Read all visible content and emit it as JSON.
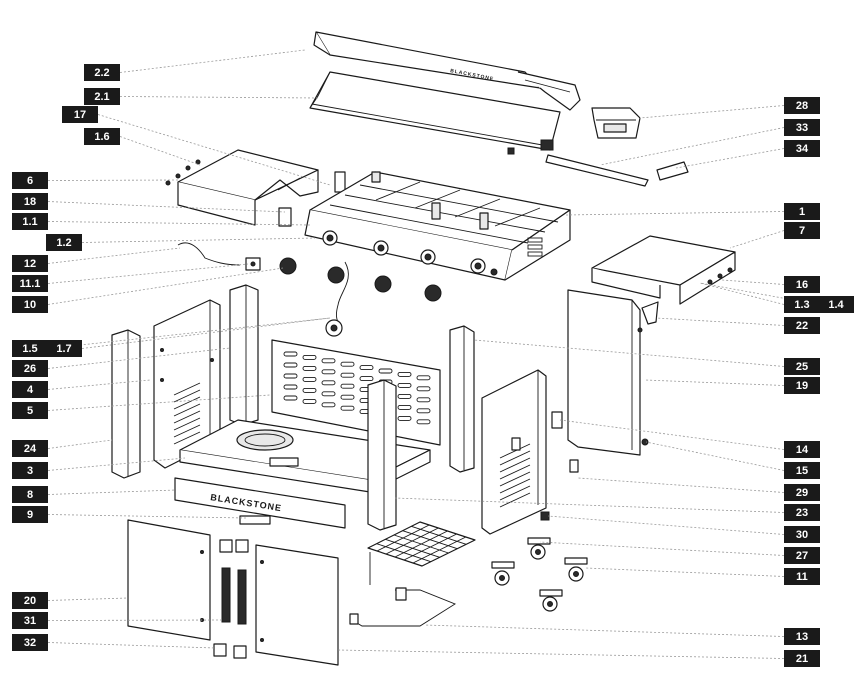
{
  "callouts": {
    "left": [
      "2.2",
      "2.1",
      "17",
      "1.6",
      "6",
      "18",
      "1.1",
      "1.2",
      "12",
      "11.1",
      "10",
      "1.5",
      "1.7",
      "26",
      "4",
      "5",
      "24",
      "3",
      "8",
      "9",
      "20",
      "31",
      "32"
    ],
    "right": [
      "28",
      "33",
      "34",
      "1",
      "7",
      "16",
      "1.3",
      "1.4",
      "22",
      "25",
      "19",
      "14",
      "15",
      "29",
      "23",
      "30",
      "27",
      "11",
      "13",
      "21"
    ]
  },
  "brand": {
    "lid_logo": "BLACKSTONE",
    "panel_logo": "BLACKSTONE"
  },
  "colors": {
    "callout_fill": "#1a1a1a",
    "callout_text": "#ffffff",
    "leader": "#9a9a9a",
    "line_art": "#1a1a1a"
  }
}
